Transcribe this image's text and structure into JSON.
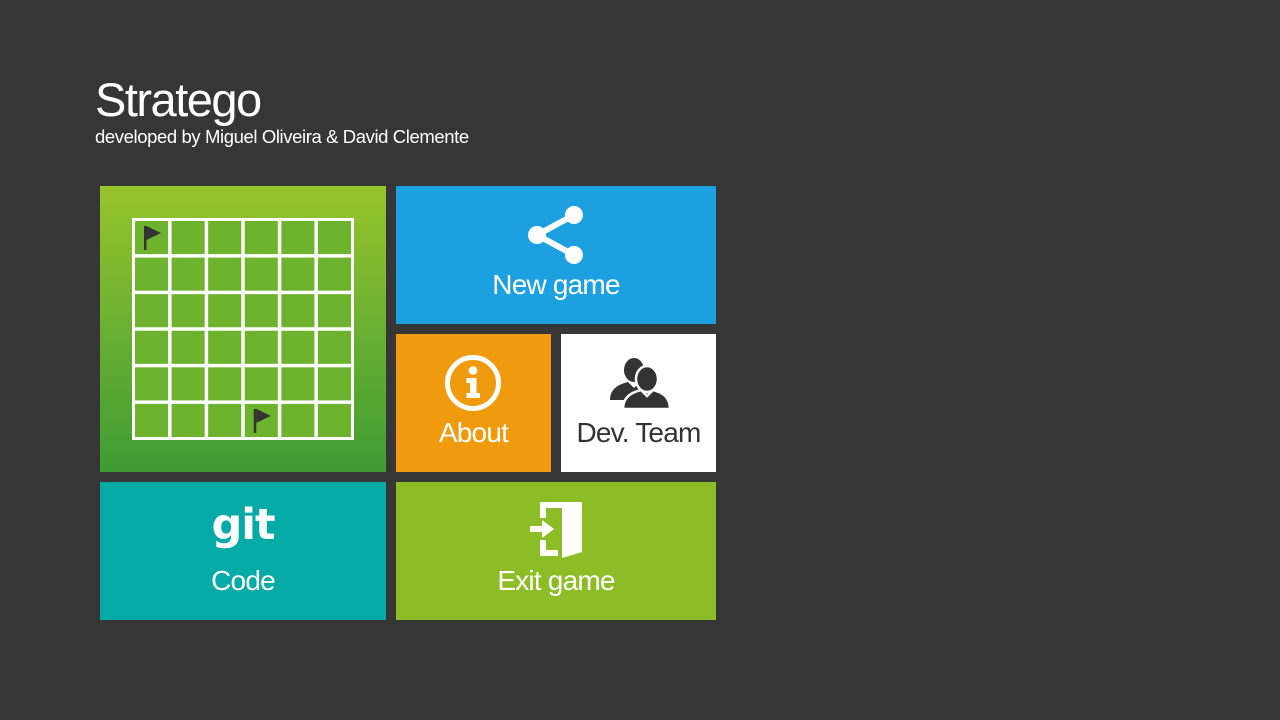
{
  "header": {
    "title": "Stratego",
    "subtitle": "developed by Miguel Oliveira & David Clemente"
  },
  "tiles": {
    "board": {
      "rows": 6,
      "cols": 6,
      "flags": [
        [
          0,
          0
        ],
        [
          5,
          3
        ]
      ],
      "icon": "game-board-icon"
    },
    "new_game": {
      "label": "New game",
      "icon": "share-icon",
      "color": "#1ca0e0"
    },
    "about": {
      "label": "About",
      "icon": "info-icon",
      "color": "#f09a0d"
    },
    "dev_team": {
      "label": "Dev. Team",
      "icon": "users-icon",
      "color": "#ffffff"
    },
    "code": {
      "label": "Code",
      "icon_text": "git",
      "icon": "git-icon",
      "color": "#03aaa6"
    },
    "exit": {
      "label": "Exit game",
      "icon": "exit-door-icon",
      "color": "#8cbd26"
    }
  },
  "colors": {
    "background": "#363636",
    "board_cell": "#6db32d",
    "board_grid": "#ffffff",
    "flag": "#333333"
  }
}
